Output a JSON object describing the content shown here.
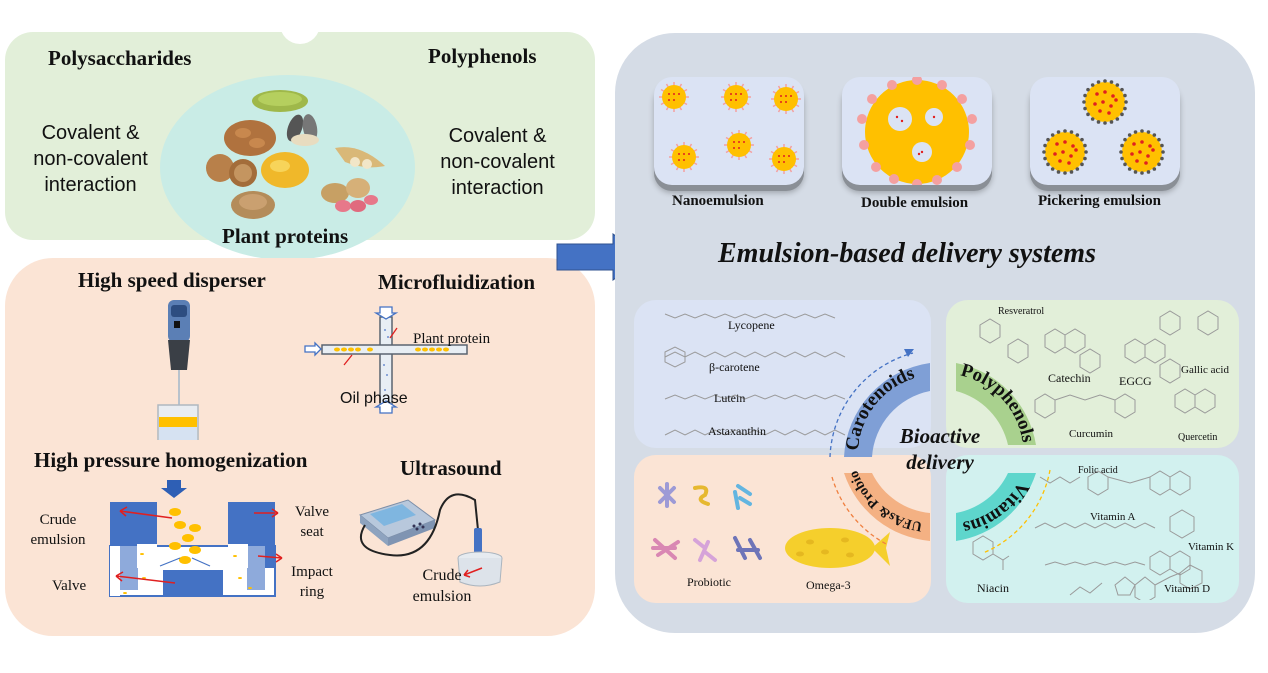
{
  "left_top": {
    "left_title": "Polysaccharides",
    "right_title": "Polyphenols",
    "left_text": [
      "Covalent &",
      "non-covalent",
      "interaction"
    ],
    "right_text": [
      "Covalent &",
      "non-covalent",
      "interaction"
    ],
    "center_title": "Plant proteins",
    "colors": {
      "panel": "#e2efd9",
      "oval": "#c9ece6"
    }
  },
  "methods": {
    "high_speed_disperser": "High speed disperser",
    "microfluidization": "Microfluidization",
    "plant_protein_label": "Plant protein",
    "oil_phase_label": "Oil phase",
    "hph_title": "High pressure homogenization",
    "hph_labels": {
      "crude_emulsion": [
        "Crude",
        "emulsion"
      ],
      "valve": "Valve",
      "valve_seat": [
        "Valve",
        "seat"
      ],
      "impact_ring": [
        "Impact",
        "ring"
      ]
    },
    "ultrasound_title": "Ultrasound",
    "ultrasound_label": [
      "Crude",
      "emulsion"
    ],
    "colors": {
      "panel": "#fbe4d5",
      "device_blue": "#4472c4",
      "droplet": "#ffc000",
      "arrow_red": "#e02020"
    }
  },
  "emulsions": {
    "types": [
      "Nanoemulsion",
      "Double emulsion",
      "Pickering emulsion"
    ],
    "section_title": "Emulsion-based delivery systems"
  },
  "bioactive": {
    "center": [
      "Bioactive",
      "delivery"
    ],
    "ring_labels": {
      "carotenoids": "Carotenoids",
      "polyphenols": "Polyphenols",
      "vitamins": "Vitamins",
      "ufas_probiotics": [
        "UFAs&",
        "Probiotics"
      ]
    },
    "carotenoids": [
      "Lycopene",
      "β-carotene",
      "Lutein",
      "Astaxanthin"
    ],
    "polyphenols": [
      "Resveratrol",
      "Catechin",
      "EGCG",
      "Gallic acid",
      "Curcumin",
      "Quercetin"
    ],
    "ufas_probiotics": [
      "Probiotic",
      "Omega-3"
    ],
    "vitamins": [
      "Folic acid",
      "Vitamin A",
      "Vitamin K",
      "Niacin",
      "Vitamin D"
    ],
    "colors": {
      "carotenoids": "#7f9fd6",
      "polyphenols": "#a9d18e",
      "vitamins": "#5ed6cc",
      "ufas": "#f4b183",
      "carot_bg": "#dbe3f4",
      "poly_bg": "#e2efd9",
      "ufas_bg": "#fbe4d5",
      "vit_bg": "#d2f1ef"
    }
  }
}
